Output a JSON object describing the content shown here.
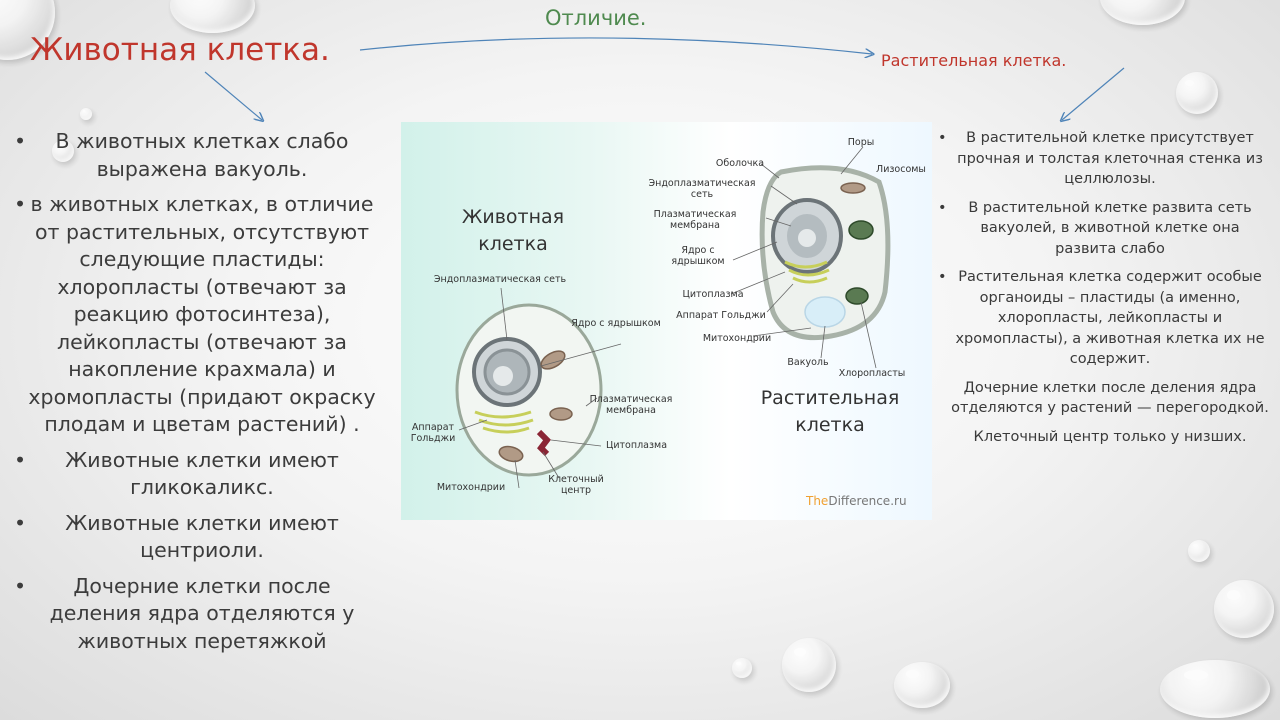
{
  "slide": {
    "heading": "Отличие.",
    "animal_title": "Животная клетка.",
    "plant_title": "Растительная клетка."
  },
  "animal_list": {
    "bullet": "•",
    "items": [
      "В животных клетках слабо выражена вакуоль.",
      "в животных клетках, в отличие от растительных, отсутствуют следующие пластиды: хлоропласты (отвечают за реакцию фотосинтеза), лейкопласты (отвечают за накопление крахмала) и хромопласты (придают окраску плодам и цветам растений) .",
      "Животные клетки имеют гликокаликс.",
      "Животные клетки имеют центриоли.",
      "Дочерние клетки после деления ядра отделяются у животных перетяжкой"
    ]
  },
  "plant_list": {
    "bullet": "•",
    "items": [
      "В растительной клетке присутствует прочная и толстая клеточная стенка из целлюлозы.",
      "В растительной клетке развита сеть вакуолей, в животной клетке она развита слабо",
      "Растительная клетка содержит особые органоиды – пластиды (а именно, хлоропласты, лейкопласты и хромопласты), а животная клетка их не содержит.",
      "Дочерние клетки после деления ядра отделяются у растений — перегородкой.",
      "Клеточный центр только у низших."
    ]
  },
  "diagram": {
    "animal_caption": "Животная клетка",
    "plant_caption": "Растительная клетка",
    "logo_prefix": "The",
    "logo_main": "Difference",
    "logo_suffix": ".ru",
    "animal_labels": {
      "er": "Эндоплазматическая сеть",
      "nucleus": "Ядро с ядрышком",
      "membrane": "Плазматическая мембрана",
      "golgi": "Аппарат Гольджи",
      "cytoplasm": "Цитоплазма",
      "mitochondria": "Митохондрии",
      "centrosome": "Клеточный центр"
    },
    "plant_labels": {
      "pores": "Поры",
      "wall": "Оболочка",
      "lysosomes": "Лизосомы",
      "er": "Эндоплазматическая сеть",
      "membrane": "Плазматическая мембрана",
      "nucleus": "Ядро с ядрышком",
      "cytoplasm": "Цитоплазма",
      "golgi": "Аппарат Гольджи",
      "mitochondria": "Митохондрии",
      "vacuole": "Вакуоль",
      "chloroplasts": "Хлоропласты"
    }
  }
}
